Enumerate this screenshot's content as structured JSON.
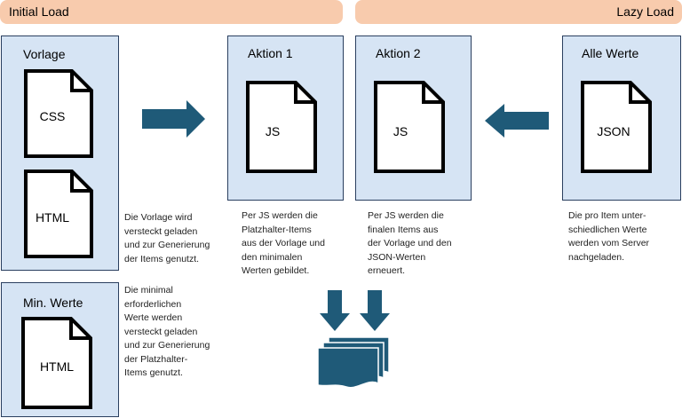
{
  "banners": {
    "initial": "Initial Load",
    "lazy": "Lazy Load"
  },
  "panels": {
    "vorlage": {
      "title": "Vorlage",
      "doc1": "CSS",
      "doc2": "HTML"
    },
    "min_werte": {
      "title": "Min. Werte",
      "doc": "HTML"
    },
    "aktion1": {
      "title": "Aktion 1",
      "doc": "JS"
    },
    "aktion2": {
      "title": "Aktion 2",
      "doc": "JS"
    },
    "alle_werte": {
      "title": "Alle Werte",
      "doc": "JSON"
    }
  },
  "descriptions": {
    "vorlage": "Die Vorlage wird\nversteckt geladen\nund zur Generierung\nder Items genutzt.",
    "min_werte": "Die minimal\nerforderlichen\nWerte werden\nversteckt geladen\nund zur Generierung\nder Platzhalter-\nItems genutzt.",
    "aktion1": "Per JS werden die\nPlatzhalter-Items\naus der Vorlage und\nden minimalen\nWerten gebildet.",
    "aktion2": "Per JS werden die\nfinalen Items aus\nder Vorlage und den\nJSON-Werten\nerneuert.",
    "alle_werte": "Die pro Item unter-\nschiedlichen Werte\nwerden vom Server\nnachgeladen."
  },
  "colors": {
    "banner": "#f8cbad",
    "panel": "#d6e4f4",
    "arrow": "#1f5a78"
  }
}
